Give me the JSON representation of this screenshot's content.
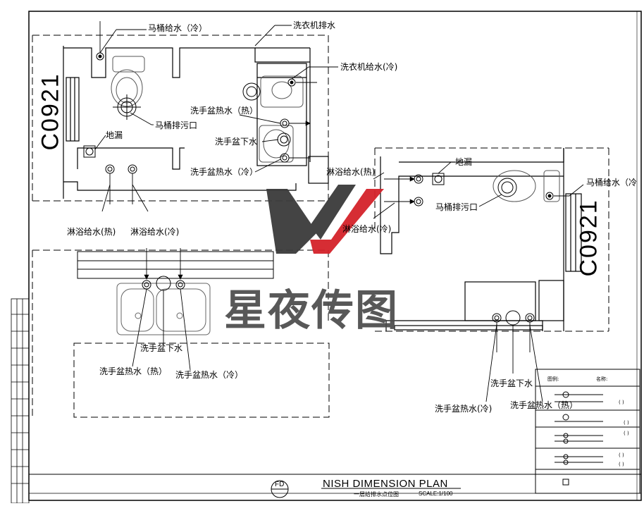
{
  "plan_labels": {
    "toilet_supply_cold": "马桶给水（冷）",
    "washer_drain": "洗衣机排水",
    "washer_supply_cold": "洗衣机给水(冷)",
    "toilet_drain": "马桶排污口",
    "basin_hot_a": "洗手盆热水（热）",
    "basin_drain": "洗手盆下水",
    "basin_hot_b": "洗手盆热水（冷）",
    "floor_drain": "地漏",
    "shower_hot": "淋浴给水(热)",
    "shower_cold": "淋浴给水(冷)"
  },
  "right_labels": {
    "floor_drain": "地漏",
    "shower_hot": "淋浴给水(热)",
    "toilet_supply_cold": "马桶给水（冷",
    "toilet_drain": "马桶排污口",
    "shower_cold": "淋浴给水(冷)",
    "basin_drain": "洗手盆下水",
    "basin_hot_cold": "洗手盆热水(冷)",
    "basin_hot_hot": "洗手盆热水（热）"
  },
  "sink_labels": {
    "basin_drain": "洗手盆下水",
    "basin_hot_hot": "洗手盆热水（热）",
    "basin_hot_cold": "洗手盆热水（冷）"
  },
  "codes": {
    "left": "C0921",
    "right": "C0921"
  },
  "title_block": {
    "tag": "FD",
    "title_en": "NISH DIMENSION PLAN",
    "title_cn": "一层给排水点位图",
    "scale": "SCALE:1/100"
  },
  "legend": {
    "col_symbol": "图例:",
    "col_name": "名称:",
    "entries": [
      "(      )",
      "(      )",
      "(      )",
      "(      )",
      "(      )"
    ]
  },
  "watermark": {
    "text": "星夜传图",
    "colors": {
      "dark": "#3a3a3a",
      "red": "#d4222a"
    }
  }
}
